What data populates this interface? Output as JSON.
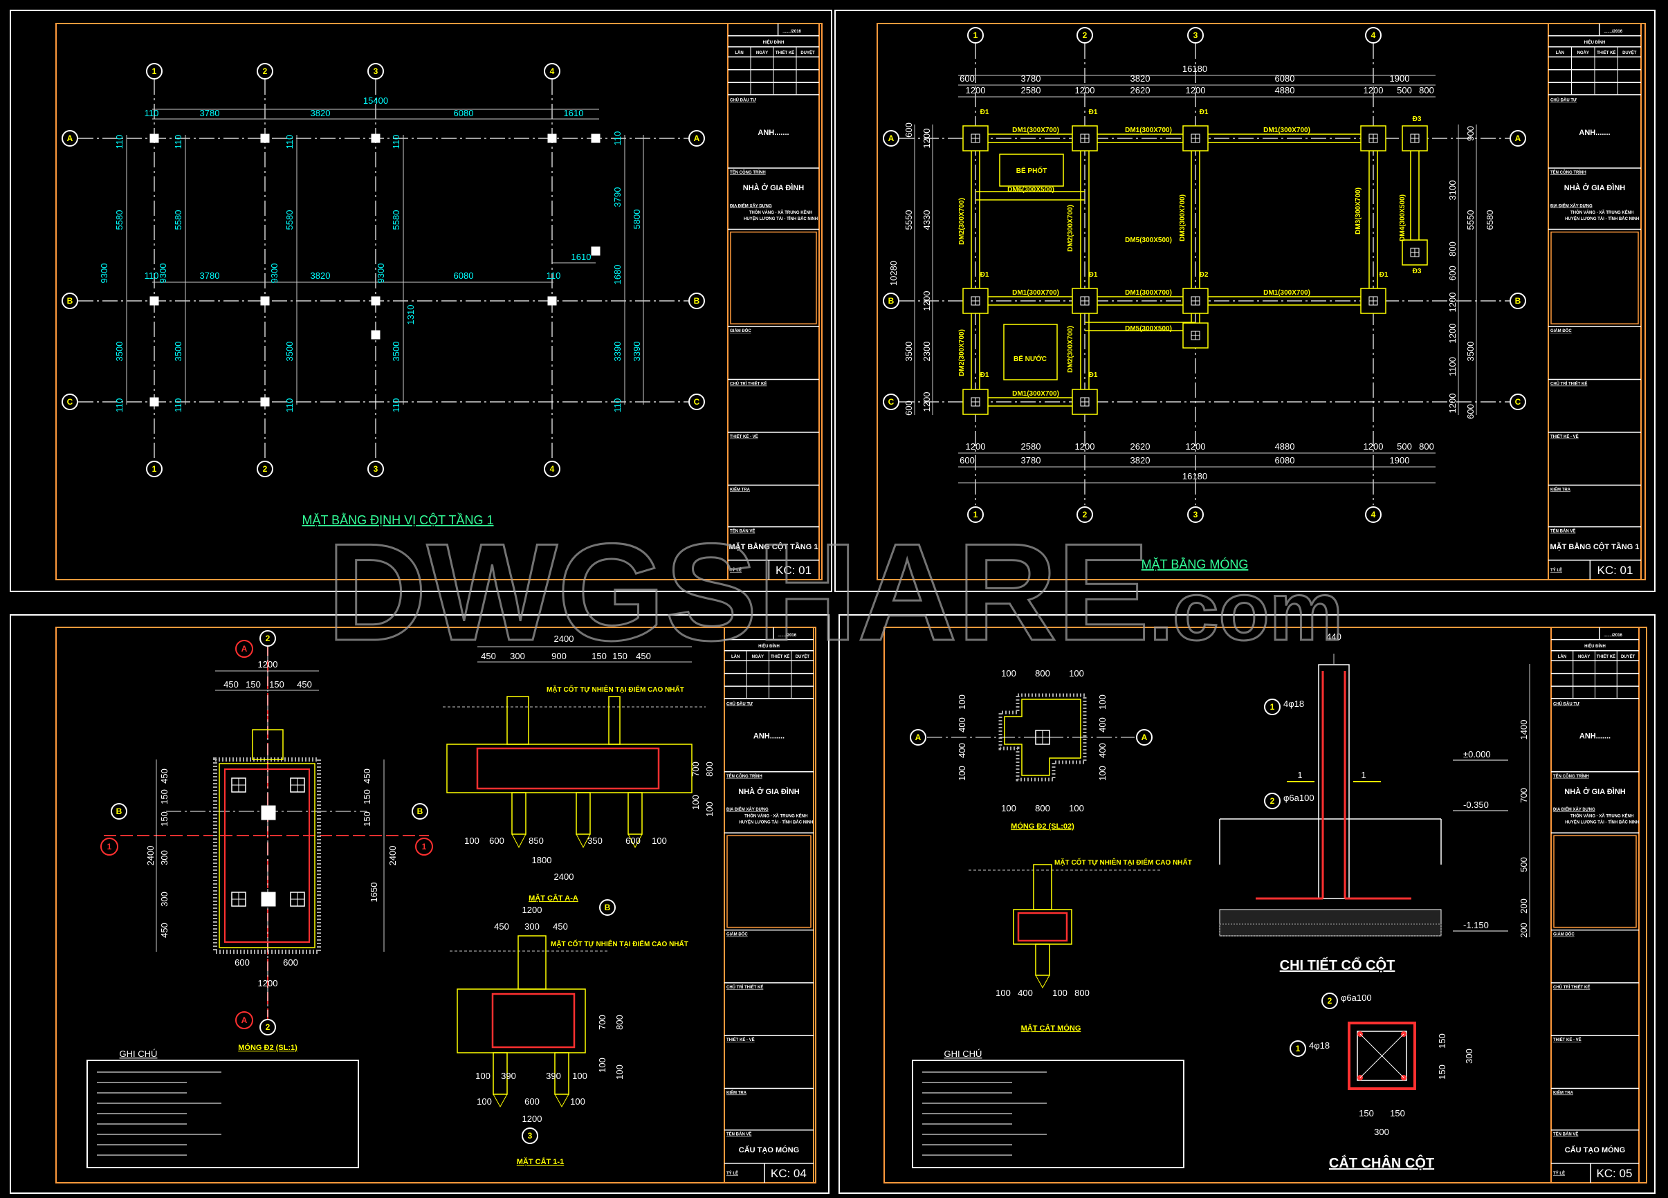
{
  "watermark": {
    "main": "DWGSHARE",
    "suffix": ".com"
  },
  "title_block": {
    "date": "......./2016",
    "revision": "HIỆU ĐÍNH",
    "rev_cols": [
      "LẦN",
      "NGÀY",
      "THIẾT KẾ",
      "DUYỆT"
    ],
    "owner_label": "CHỦ ĐẦU TƯ",
    "owner": "ANH.......",
    "project_label": "TÊN CÔNG TRÌNH",
    "project": "NHÀ Ở GIA ĐÌNH",
    "location_label": "ĐỊA ĐIỂM XÂY DỰNG",
    "location": [
      "THÔN VĂNG - XÃ TRUNG KÊNH",
      "HUYỆN LƯƠNG TÀI - TỈNH BẮC NINH"
    ],
    "roles": [
      "GIÁM ĐỐC",
      "CHỦ TRÌ THIẾT KẾ",
      "THIẾT KẾ - VẼ",
      "KIỂM TRA"
    ],
    "sheet_name_label": "TÊN BẢN VẼ",
    "scale_label": "TỶ LỆ"
  },
  "sheets": [
    {
      "sheet_name": "MẶT BẰNG CỘT TẦNG 1",
      "sheet_no": "KC: 01"
    },
    {
      "sheet_name": "MẶT BẰNG CỘT TẦNG 1",
      "sheet_no": "KC: 01"
    },
    {
      "sheet_name": "CẤU TẠO MÓNG",
      "sheet_no": "KC: 04"
    },
    {
      "sheet_name": "CẤU TẠO MÓNG",
      "sheet_no": "KC: 05"
    }
  ],
  "sheet1": {
    "title": "MẶT BẰNG ĐỊNH VỊ CỘT TẦNG 1",
    "grid_cols": [
      "1",
      "2",
      "3",
      "4"
    ],
    "grid_rows": [
      "A",
      "B",
      "C"
    ],
    "dim_total": "15400",
    "dims_top": [
      "110",
      "3780",
      "3820",
      "6080",
      "1610"
    ],
    "dims_mid": [
      "110",
      "3780",
      "3820",
      "6080",
      "110",
      "1610"
    ],
    "dims_vertical": [
      "5580",
      "5580",
      "5580",
      "5580",
      "3500",
      "3500",
      "3500",
      "3500",
      "9300",
      "9300",
      "9300",
      "9300"
    ],
    "dims_right": [
      "3790",
      "1680",
      "3390",
      "5800",
      "3390",
      "1310"
    ],
    "dims_small": [
      "110",
      "110",
      "110",
      "110",
      "110",
      "110",
      "110",
      "110",
      "110",
      "110"
    ]
  },
  "sheet2": {
    "title": "MẶT BẰNG MÓNG",
    "grid_cols": [
      "1",
      "2",
      "3",
      "4"
    ],
    "grid_rows": [
      "A",
      "B",
      "C"
    ],
    "dim_total": "16180",
    "dims_outer": [
      "600",
      "3780",
      "3820",
      "6080",
      "1900"
    ],
    "dims_inner": [
      "1200",
      "2580",
      "1200",
      "2620",
      "1200",
      "4880",
      "1200",
      "500",
      "800"
    ],
    "dims_left": [
      "600",
      "5550",
      "3500",
      "600",
      "10280"
    ],
    "dims_left_inner": [
      "1200",
      "4330",
      "1200",
      "2300",
      "1200"
    ],
    "dims_right": [
      "3100",
      "800",
      "600",
      "1200",
      "1200",
      "1100",
      "1200"
    ],
    "dims_right_outer": [
      "900",
      "5550",
      "6580",
      "3500",
      "600"
    ],
    "beams_h": [
      "DM1(300X700)",
      "DM1(300X700)",
      "DM1(300X700)",
      "DM1(300X700)",
      "DM1(300X700)",
      "DM1(300X700)",
      "DM1(300X700)",
      "DM6(300X500)",
      "DM5(300X500)",
      "DM5(300X500)"
    ],
    "beams_v": [
      "DM2(300X700)",
      "DM2(300X700)",
      "DM2(300X700)",
      "DM2(300X700)",
      "DM3(300X700)",
      "DM3(300X700)",
      "DM4(300X500)"
    ],
    "tanks": [
      "BỂ PHỐT",
      "BỂ NƯỚC"
    ],
    "footings": [
      "Đ1",
      "Đ1",
      "Đ1",
      "Đ3",
      "Đ1",
      "Đ1",
      "Đ2",
      "Đ1",
      "Đ3",
      "Đ1",
      "Đ1"
    ]
  },
  "sheet3": {
    "plan_title": "MÓNG Đ2 (SL:1)",
    "section_aa": "MẶT CẮT A-A",
    "section_11": "MẶT CẮT 1-1",
    "notes_title": "GHI CHÚ",
    "ground_note": "MẶT CỐT TỰ NHIÊN TẠI ĐIỂM CAO NHẤT",
    "grid": {
      "col": "2",
      "row": "B",
      "col3": "3"
    },
    "cut_marks": [
      "A",
      "A",
      "1",
      "1"
    ],
    "plan_dims_top": [
      "1200",
      "450",
      "150",
      "150",
      "450"
    ],
    "plan_dims_bottom": [
      "600",
      "600",
      "1200"
    ],
    "plan_dims_side": [
      "2400",
      "450",
      "150",
      "150",
      "300",
      "300",
      "450",
      "2400",
      "1650",
      "450",
      "150",
      "150"
    ],
    "aa_top": [
      "2400",
      "450",
      "300",
      "900",
      "150",
      "150",
      "450"
    ],
    "aa_bottom": [
      "100",
      "600",
      "850",
      "350",
      "600",
      "100",
      "1800",
      "2400"
    ],
    "aa_side": [
      "700",
      "800",
      "100",
      "100"
    ],
    "s11_top": [
      "1200",
      "450",
      "300",
      "450"
    ],
    "s11_bottom": [
      "100",
      "390",
      "390",
      "100",
      "100",
      "600",
      "100",
      "1200"
    ],
    "s11_side": [
      "700",
      "800",
      "100",
      "100"
    ]
  },
  "sheet4": {
    "plan_title": "MÓNG Đ2 (SL:02)",
    "section_title": "MẶT CẮT MÓNG",
    "detail_title": "CHI TIẾT CỔ CỘT",
    "cut_title": "CẮT CHÂN CỘT",
    "notes_title": "GHI CHÚ",
    "ground_note": "MẶT CỐT TỰ NHIÊN TẠI ĐIỂM CAO NHẤT",
    "grid_row": "A",
    "plan_dims": [
      "100",
      "800",
      "100",
      "100",
      "800",
      "100"
    ],
    "plan_side": [
      "100",
      "400",
      "400",
      "100",
      "100",
      "400",
      "400",
      "100"
    ],
    "section_dims": [
      "100",
      "400",
      "100",
      "800"
    ],
    "col_width": "440",
    "rebar_main_no": "1",
    "rebar_main": "4φ18",
    "rebar_stirrup_no": "2",
    "rebar_stirrup": "φ6a100",
    "cut_mark": "1",
    "levels": [
      "±0.000",
      "-0.350",
      "-1.150"
    ],
    "detail_side": [
      "1400",
      "700",
      "500",
      "200",
      "200"
    ],
    "cut_dims": [
      "150",
      "150",
      "300",
      "150",
      "150",
      "300"
    ]
  },
  "colors": {
    "background": "#000000",
    "frame": "#ffffff",
    "inner_frame": "#ff9a3c",
    "grid_bubble": "#ffff00",
    "dimension": "#00ffff",
    "title": "#33ff99",
    "rebar": "#ff3030"
  }
}
